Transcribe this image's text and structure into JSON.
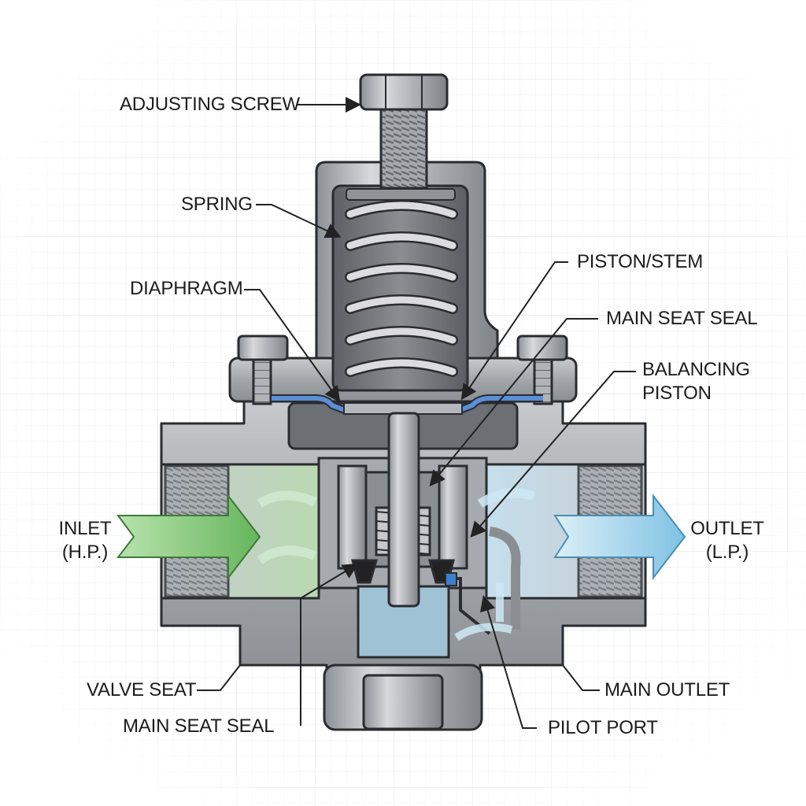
{
  "labels": {
    "adjusting_screw": "ADJUSTING SCREW",
    "spring": "SPRING",
    "diaphragm": "DIAPHRAGM",
    "piston_stem": "PISTON/STEM",
    "main_seat_seal_top": "MAIN SEAT SEAL",
    "balancing_piston_1": "BALANCING",
    "balancing_piston_2": "PISTON",
    "inlet_1": "INLET",
    "inlet_2": "(H.P.)",
    "outlet_1": "OUTLET",
    "outlet_2": "(L.P.)",
    "valve_seat": "VALVE SEAT",
    "main_seat_seal_bottom": "MAIN SEAT SEAL",
    "main_outlet": "MAIN OUTLET",
    "pilot_port": "PILOT PORT"
  },
  "colors": {
    "inlet_flow": "#8cc97f",
    "outlet_flow": "#9fd3ea",
    "diaphragm": "#5b8fd6",
    "body_metal": "#a9acb0",
    "grid": "#dfe3e8"
  }
}
